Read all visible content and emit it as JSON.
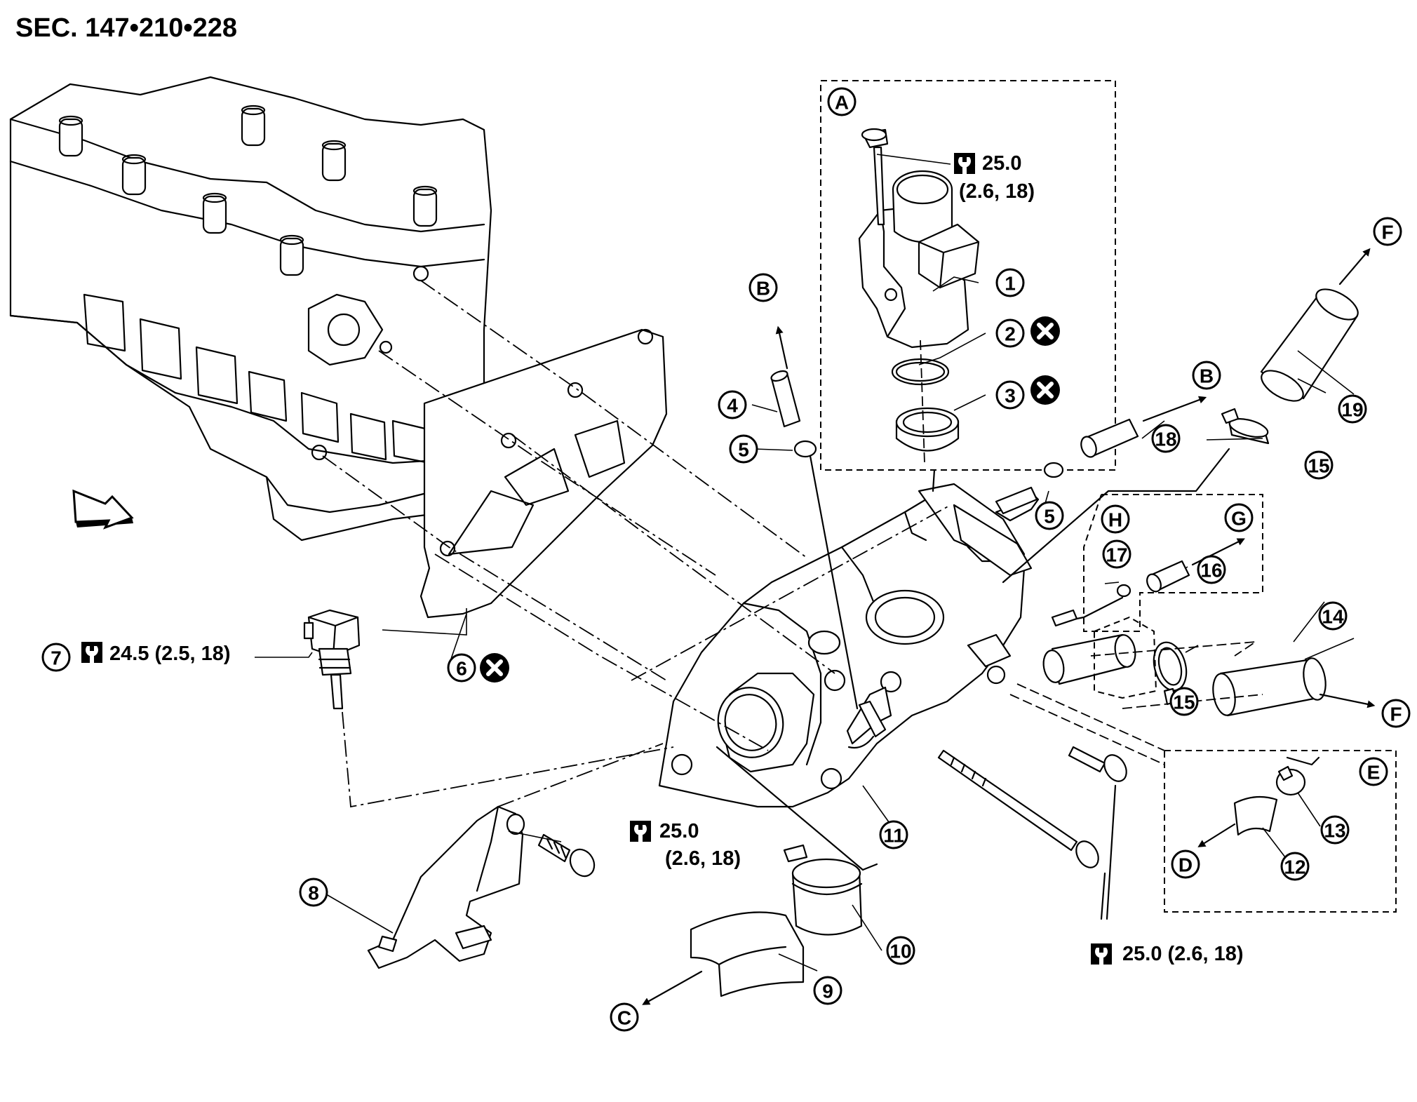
{
  "title": "SEC. 147•210•228",
  "part_numbers": [
    "1",
    "2",
    "3",
    "4",
    "5",
    "5",
    "6",
    "7",
    "8",
    "9",
    "10",
    "11",
    "12",
    "13",
    "14",
    "15",
    "15",
    "16",
    "17",
    "18",
    "19"
  ],
  "letters": [
    "A",
    "B",
    "B",
    "C",
    "D",
    "E",
    "F",
    "F",
    "G",
    "H"
  ],
  "torque": {
    "t_a_main": "25.0",
    "t_a_sub": "(2.6, 18)",
    "t_7": "24.5 (2.5, 18)",
    "t_8_main": "25.0",
    "t_8_sub": "(2.6, 18)",
    "t_11": "25.0 (2.6, 18)"
  },
  "icons": {
    "torque": "torque-wrench-icon",
    "replace": "do-not-reuse-x-icon",
    "front": "engine-front-arrow-icon"
  }
}
